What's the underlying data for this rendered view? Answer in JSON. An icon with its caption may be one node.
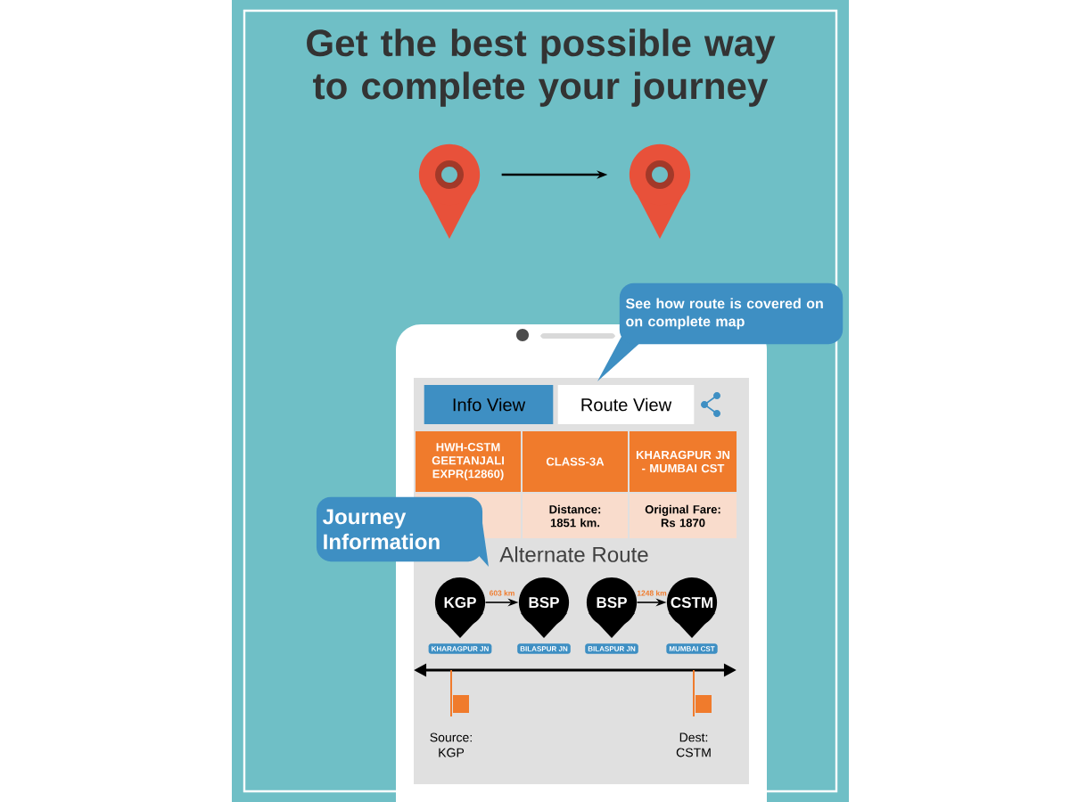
{
  "diagram": {
    "title": "Get the best possible way to complete your journey",
    "nodes": [
      {
        "text": [],
        "shape": "pin"
      },
      {
        "text": [],
        "shape": "pin"
      },
      {
        "text": [
          "See how route is covered on on complete map"
        ]
      },
      {
        "text": [
          "Journey Information"
        ]
      },
      {
        "text": [
          "KGP"
        ],
        "beside": [
          "KHARAGPUR JN"
        ]
      },
      {
        "text": [
          "BSP"
        ],
        "beside": [
          "BILASPUR JN"
        ]
      },
      {
        "text": [
          "BSP"
        ],
        "beside": [
          "BILASPUR JN"
        ]
      },
      {
        "text": [
          "CSTM"
        ],
        "beside": [
          "MUMBAI CST"
        ]
      }
    ],
    "edges": [
      {
        "from": 0,
        "to": 1,
        "arrow": "to"
      },
      {
        "from": 4,
        "to": 5,
        "arrow": "to",
        "label": "603 km"
      },
      {
        "from": 6,
        "to": 7,
        "arrow": "to",
        "label": "1248 km"
      }
    ],
    "labels": [
      "Info View",
      "Route View",
      "HWH-CSTM GEETANJALI EXPR(12860)",
      "CLASS-3A",
      "KHARAGPUR JN - MUMBAI CST",
      "Distance: 1851 km.",
      "Original Fare: Rs 1870",
      "Alternate Route",
      "Source: KGP",
      "Dest: CSTM"
    ]
  }
}
